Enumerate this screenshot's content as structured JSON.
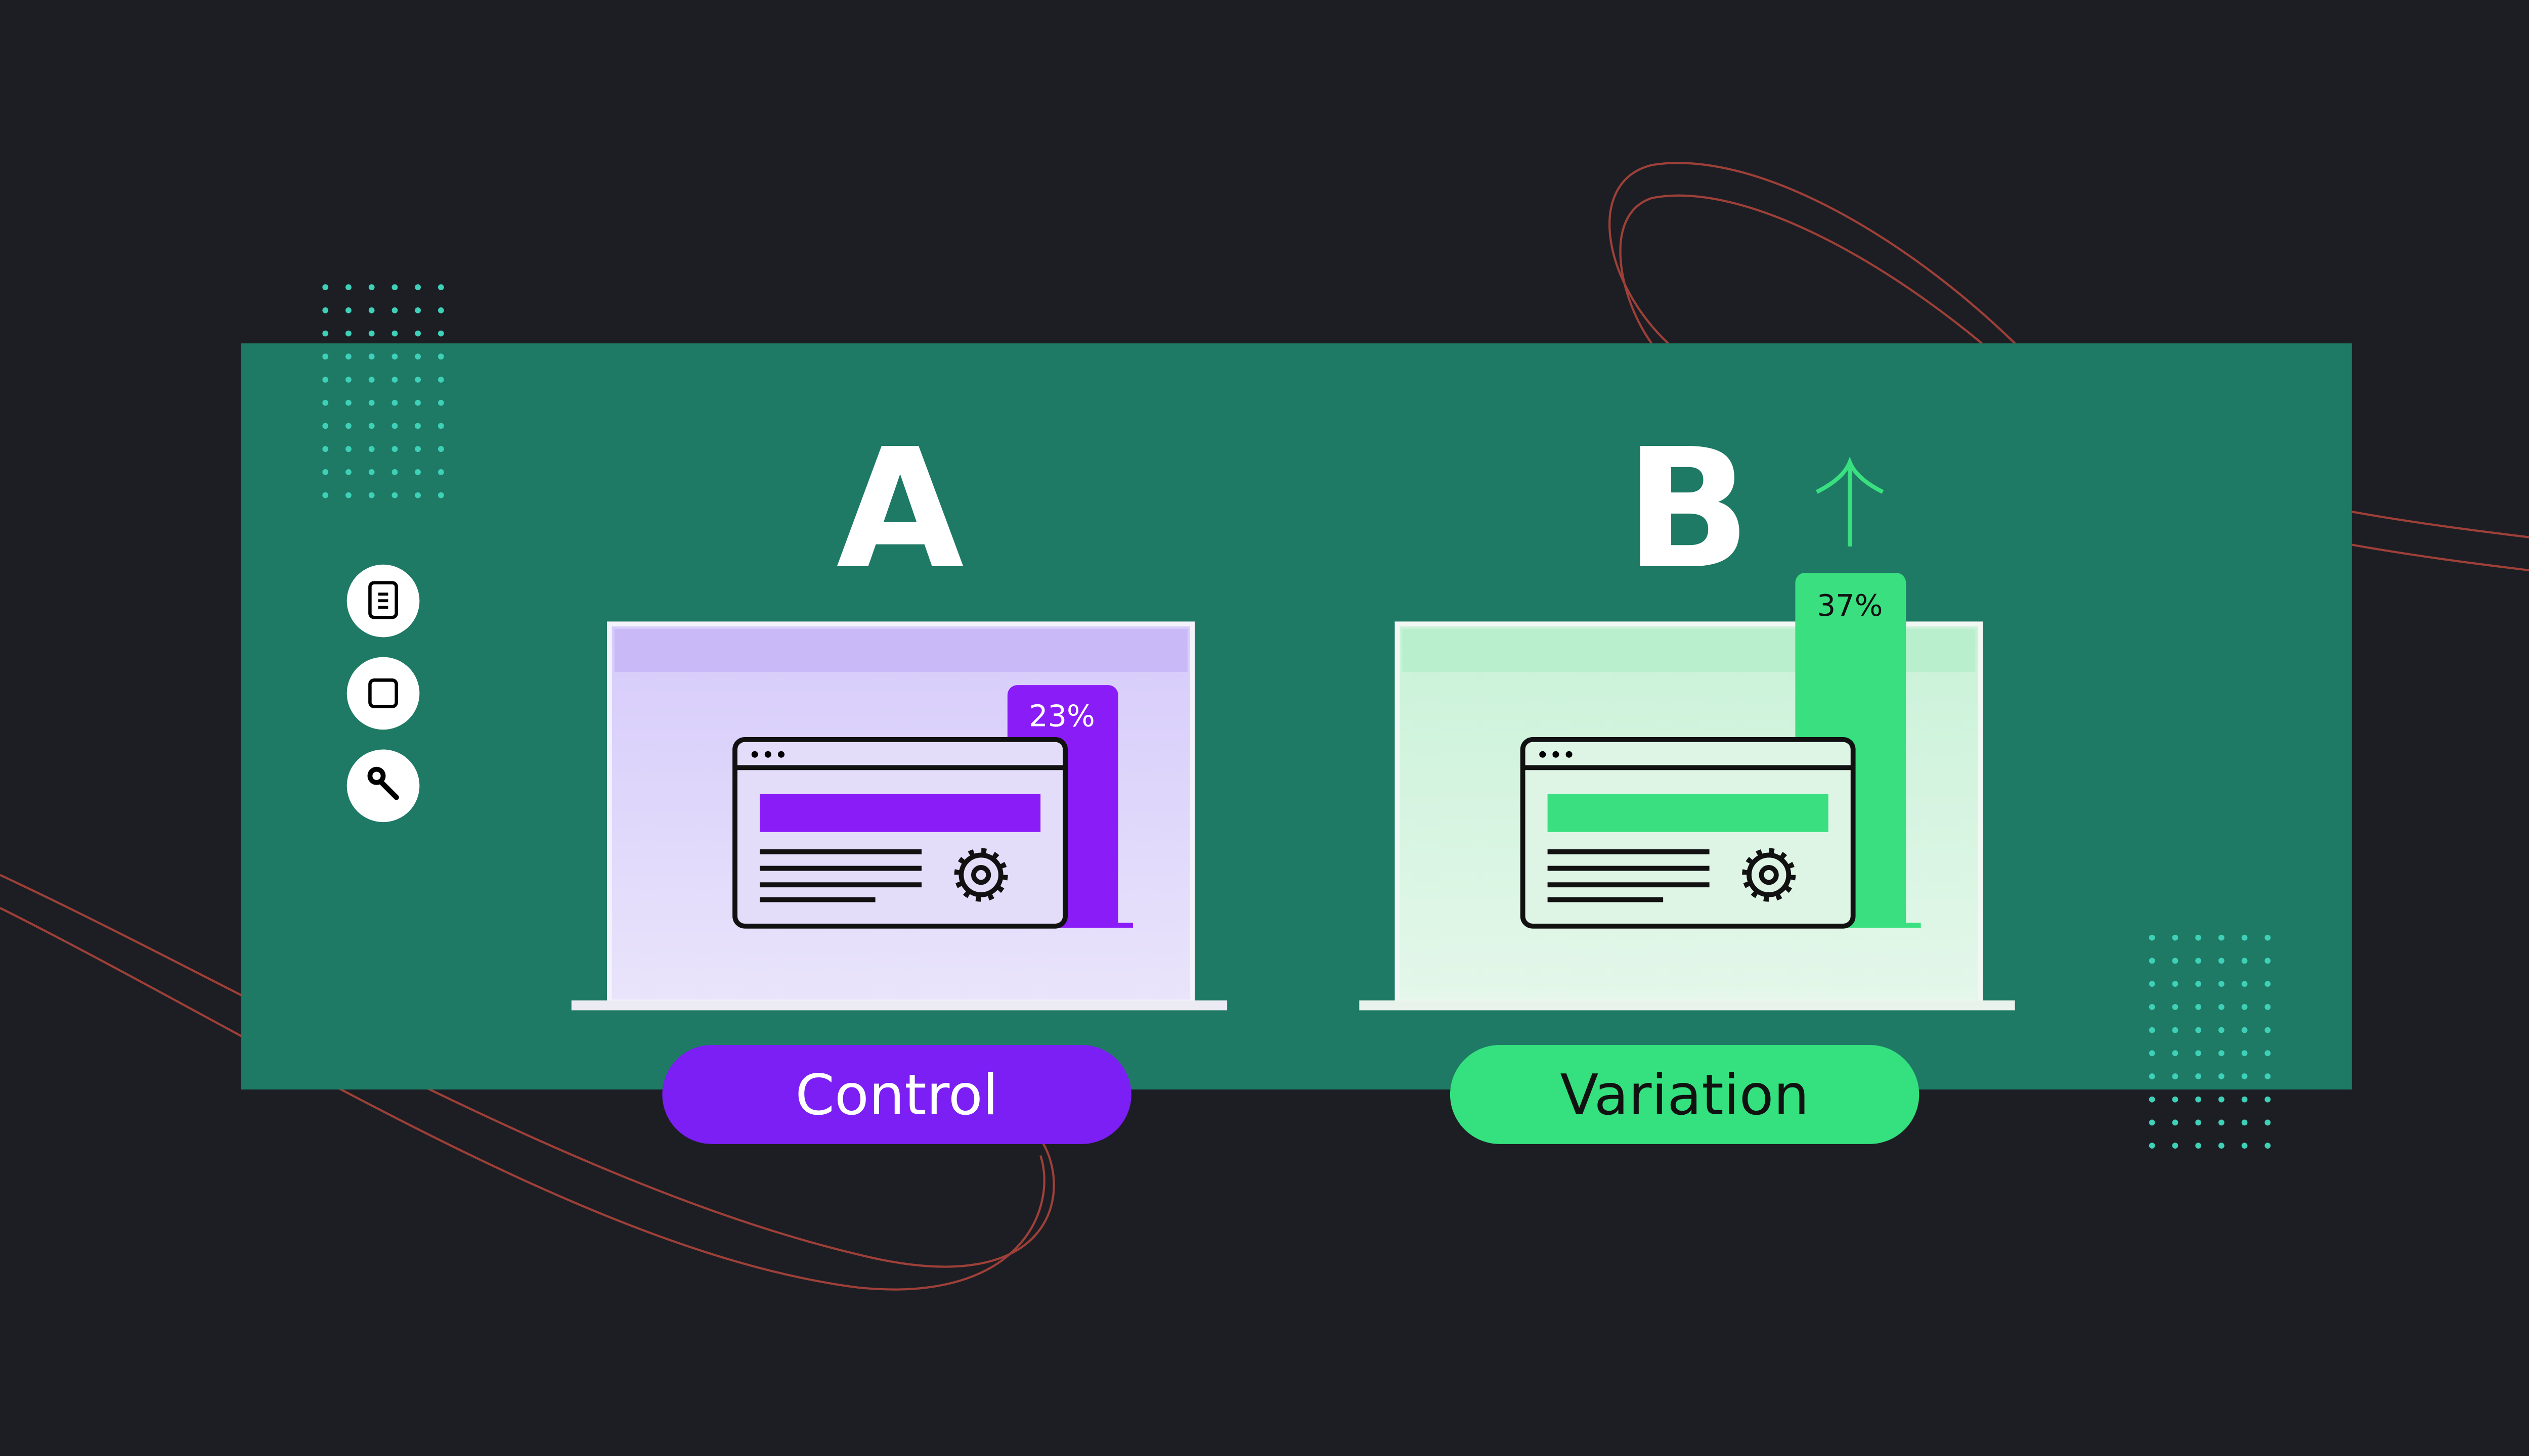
{
  "colors": {
    "background": "#1d1e24",
    "panel": "#1e7a64",
    "control": "#7b1ff5",
    "variation": "#35e07f",
    "accent_lines": "#c4503f",
    "dots": "#3fd0b8"
  },
  "sidebar": {
    "icons": [
      "document-icon",
      "square-icon",
      "wrench-icon"
    ]
  },
  "variant_a": {
    "letter": "A",
    "percent": "23%",
    "percent_value": 23,
    "label": "Control"
  },
  "variant_b": {
    "letter": "B",
    "percent": "37%",
    "percent_value": 37,
    "label": "Variation",
    "trend_icon": "arrow-up-icon"
  }
}
